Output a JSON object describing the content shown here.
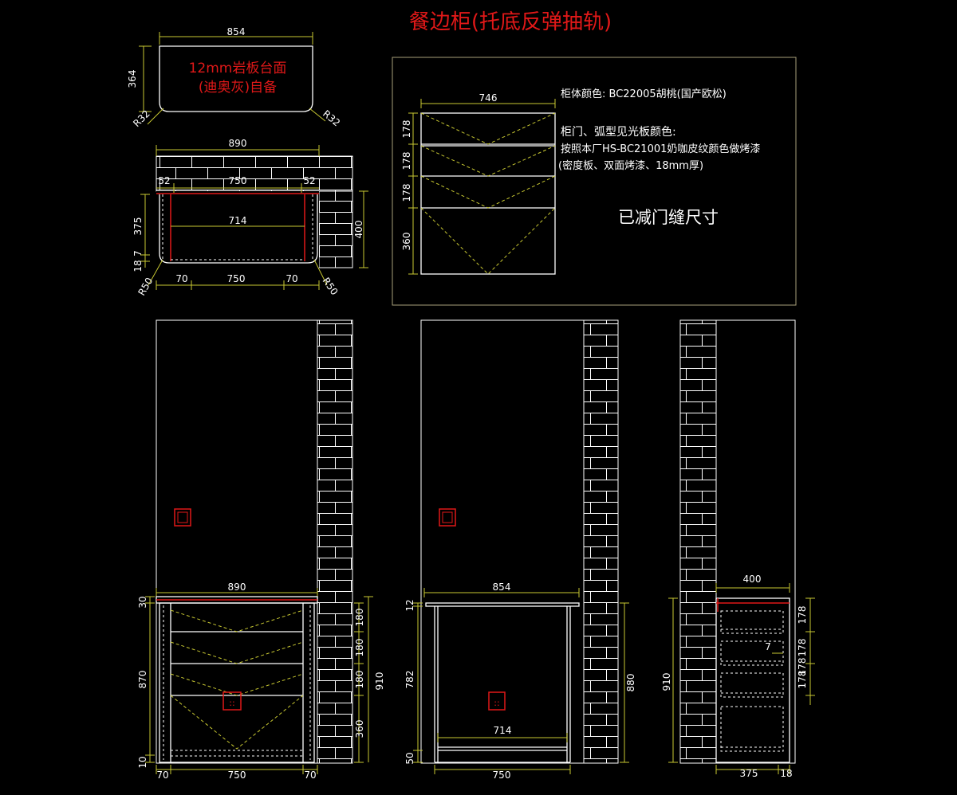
{
  "title": "餐边柜(托底反弹抽轨)",
  "notes": {
    "cabinet_color": "柜体颜色: BC22005胡桃(国产欧松)",
    "door_color_label": "柜门、弧型见光板颜色:",
    "door_color_line1": "按照本厂HS-BC21001奶咖皮纹颜色做烤漆",
    "door_color_line2": "(密度板、双面烤漆、18mm厚)",
    "gap_note": "已减门缝尺寸"
  },
  "stone_top": {
    "line1": "12mm岩板台面",
    "line2": "(迪奥灰)自备",
    "width": "854",
    "depth": "364",
    "radius_left": "R32",
    "radius_right": "R32"
  },
  "plan_view": {
    "overall": "890",
    "top_left": "52",
    "top_mid": "750",
    "top_right": "52",
    "inner": "714",
    "depth_a": "375",
    "depth_b": "7",
    "depth_c": "18",
    "depth_total": "400",
    "bot_left": "70",
    "bot_mid": "750",
    "bot_right": "70",
    "radius_left": "R50",
    "radius_right": "R50"
  },
  "door_panel": {
    "width": "746",
    "h1": "178",
    "h2": "178",
    "h3": "178",
    "h4": "360"
  },
  "front_elevation": {
    "width": "890",
    "top": "30",
    "d1": "180",
    "d2": "180",
    "d3": "180",
    "d4": "360",
    "total": "910",
    "body": "870",
    "base": "10",
    "bot_left": "70",
    "bot_mid": "750",
    "bot_right": "70"
  },
  "inner_elevation": {
    "width": "854",
    "top": "12",
    "body": "782",
    "base": "50",
    "total": "880",
    "inner": "714",
    "bottom": "750"
  },
  "side_elevation": {
    "depth": "400",
    "total": "910",
    "h1": "178",
    "h2": "178",
    "h3": "178",
    "h4": "178",
    "gap": "7",
    "bot_a": "375",
    "bot_b": "18"
  },
  "colors": {
    "background": "#000000",
    "line": "#ffffff",
    "dimension": "#c8c832",
    "highlight": "#e01818",
    "frame": "#a9a07a"
  }
}
